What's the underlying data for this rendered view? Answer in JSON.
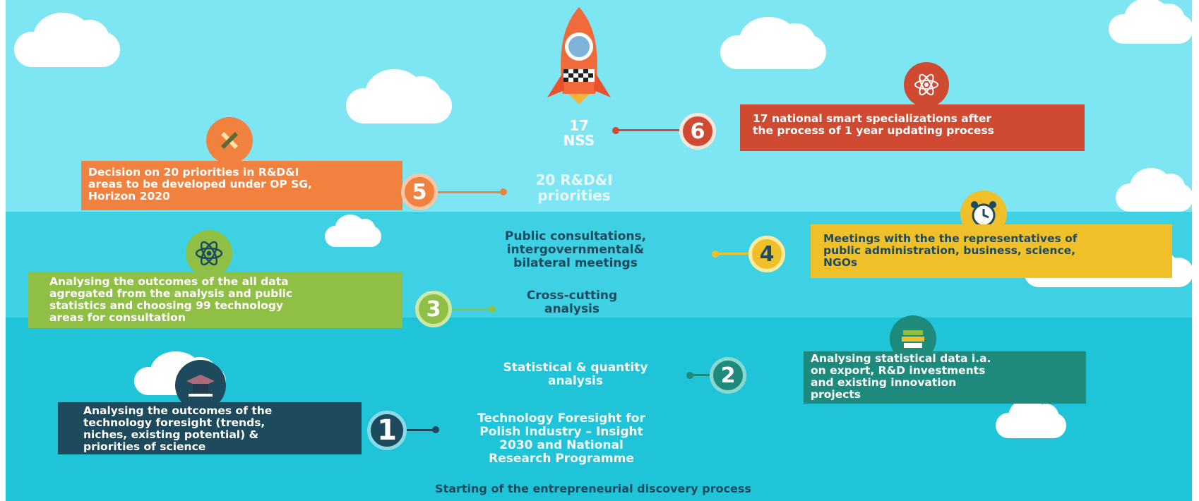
{
  "colors": {
    "sky_top": "#7ee6f2",
    "band_mid": "#3dd1e3",
    "band_low": "#1fc4d8",
    "red": "#cf4a31",
    "orange": "#f0813e",
    "yellow": "#f0c02a",
    "green": "#8fbf45",
    "teal_dark": "#1d8a7c",
    "navy": "#1e4a5e"
  },
  "top": {
    "nss_label": "17\nNSS",
    "priorities_label": "20 R&D&I\npriorities"
  },
  "steps": [
    {
      "number": "1",
      "label": "Technology Foresight for\nPolish Industry – Insight\n2030 and National\nResearch Programme",
      "box": "Analysing the outcomes of the\ntechnology foresight  (trends,\nniches, existing potential) &\npriorities of science",
      "icon": "graduation-cap-icon"
    },
    {
      "number": "2",
      "label": "Statistical & quantity\nanalysis",
      "box": "Analysing statistical data i.a.\non export, R&D investments\nand existing innovation\nprojects",
      "icon": "books-icon"
    },
    {
      "number": "3",
      "label": "Cross-cutting\nanalysis",
      "box": "Analysing the outcomes of the all data\nagregated from the analysis and public\nstatistics and choosing 99 technology\nareas for consultation",
      "icon": "atom-icon"
    },
    {
      "number": "4",
      "label": "Public consultations,\nintergovernmental&\nbilateral meetings",
      "box": "Meetings with the the representatives of\npublic administration,  business, science,\nNGOs",
      "icon": "alarm-clock-icon"
    },
    {
      "number": "5",
      "box": "Decision on 20 priorities in R&D&I\nareas to be developed under OP SG,\nHorizon 2020",
      "icon": "pencil-ruler-icon"
    },
    {
      "number": "6",
      "box": "17 national smart specializations after\nthe process of 1 year updating process",
      "icon": "lightbulb-atom-icon"
    }
  ],
  "footer": "Starting of the entrepreneurial discovery process"
}
